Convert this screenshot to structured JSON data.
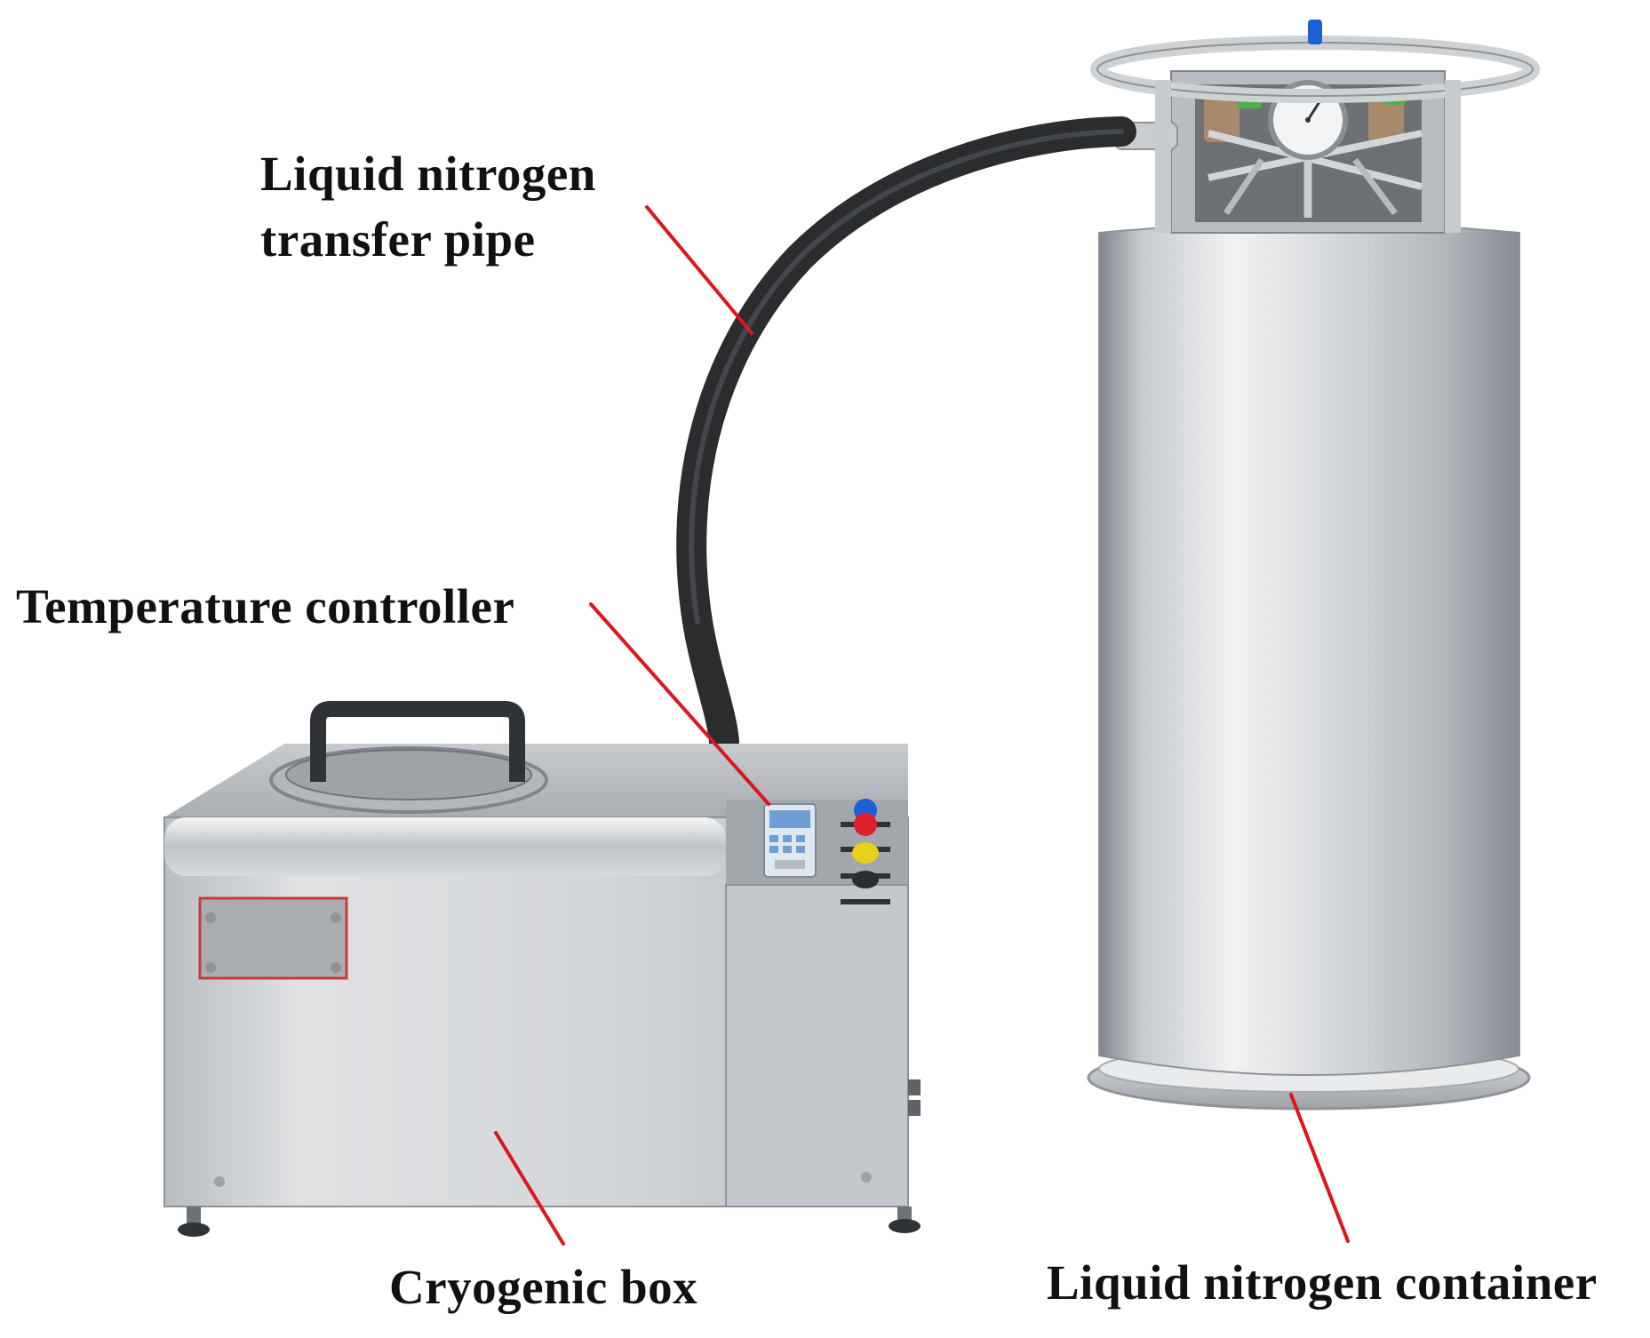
{
  "labels": {
    "pipe_line1": "Liquid nitrogen",
    "pipe_line2": "transfer pipe",
    "controller": "Temperature controller",
    "box": "Cryogenic box",
    "container": "Liquid nitrogen container"
  },
  "colors": {
    "background": "#ffffff",
    "leader_line": "#e0141c",
    "steel_light": "#e6e8ea",
    "steel_mid": "#c4c8cc",
    "steel_dark": "#8e9398",
    "hose": "#2a2c2e",
    "label_text": "#111111",
    "plate_border": "#c83a3a",
    "display_blue": "#6f9fd2",
    "knob_blue": "#1c5fd6",
    "knob_red": "#e0202a",
    "knob_yellow": "#e8cf1a"
  }
}
